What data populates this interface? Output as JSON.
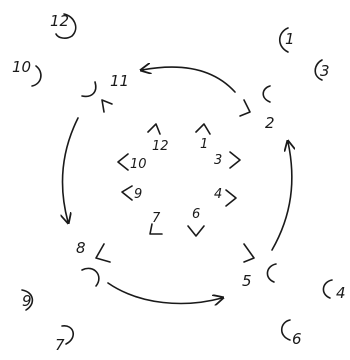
{
  "diagram": {
    "ink_color": "#1a1a1a",
    "background": "#ffffff",
    "outer_labels": {
      "top_left_12": "12",
      "top_left_10": "10",
      "top_right_1": "1",
      "top_right_3": "3",
      "bottom_left_9": "9",
      "bottom_left_7": "7",
      "bottom_right_4": "4",
      "bottom_right_6": "6"
    },
    "corner_labels": {
      "top_left_11": "11",
      "top_right_2": "2",
      "bottom_left_8": "8",
      "bottom_right_5": "5"
    },
    "inner_labels": {
      "n12": "12",
      "n1": "1",
      "n10": "10",
      "n3": "3",
      "n9": "9",
      "n4": "4",
      "n7": "7",
      "n6": "6"
    }
  }
}
